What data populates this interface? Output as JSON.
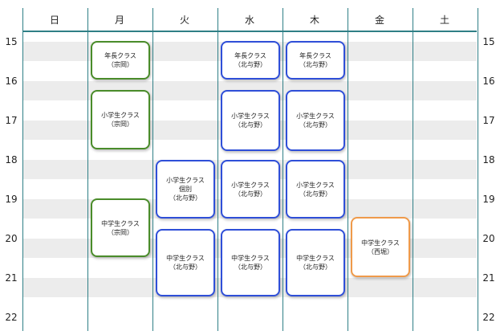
{
  "days": [
    "日",
    "月",
    "火",
    "水",
    "木",
    "金",
    "土"
  ],
  "hours": [
    "15",
    "16",
    "17",
    "18",
    "19",
    "20",
    "21",
    "22"
  ],
  "colors": {
    "teal": "#2f7f86",
    "blue": "#2f4fd8",
    "green": "#4a8c2a",
    "orange": "#ef9a4a",
    "stripe": "#ececec"
  },
  "events": [
    {
      "day": "月",
      "color": "green",
      "lines": [
        "年長クラス",
        "（宗岡）"
      ]
    },
    {
      "day": "月",
      "color": "green",
      "lines": [
        "小学生クラス",
        "（宗岡）"
      ]
    },
    {
      "day": "月",
      "color": "green",
      "lines": [
        "中学生クラス",
        "（宗岡）"
      ]
    },
    {
      "day": "火",
      "color": "blue",
      "lines": [
        "小学生クラス",
        "個別",
        "（北与野）"
      ]
    },
    {
      "day": "火",
      "color": "blue",
      "lines": [
        "中学生クラス",
        "（北与野）"
      ]
    },
    {
      "day": "水",
      "color": "blue",
      "lines": [
        "年長クラス",
        "（北与野）"
      ]
    },
    {
      "day": "水",
      "color": "blue",
      "lines": [
        "小学生クラス",
        "（北与野）"
      ]
    },
    {
      "day": "水",
      "color": "blue",
      "lines": [
        "小学生クラス",
        "（北与野）"
      ]
    },
    {
      "day": "水",
      "color": "blue",
      "lines": [
        "中学生クラス",
        "（北与野）"
      ]
    },
    {
      "day": "木",
      "color": "blue",
      "lines": [
        "年長クラス",
        "（北与野）"
      ]
    },
    {
      "day": "木",
      "color": "blue",
      "lines": [
        "小学生クラス",
        "（北与野）"
      ]
    },
    {
      "day": "木",
      "color": "blue",
      "lines": [
        "小学生クラス",
        "（北与野）"
      ]
    },
    {
      "day": "木",
      "color": "blue",
      "lines": [
        "中学生クラス",
        "（北与野）"
      ]
    },
    {
      "day": "金",
      "color": "orange",
      "lines": [
        "中学生クラス",
        "（西堀）"
      ]
    }
  ]
}
